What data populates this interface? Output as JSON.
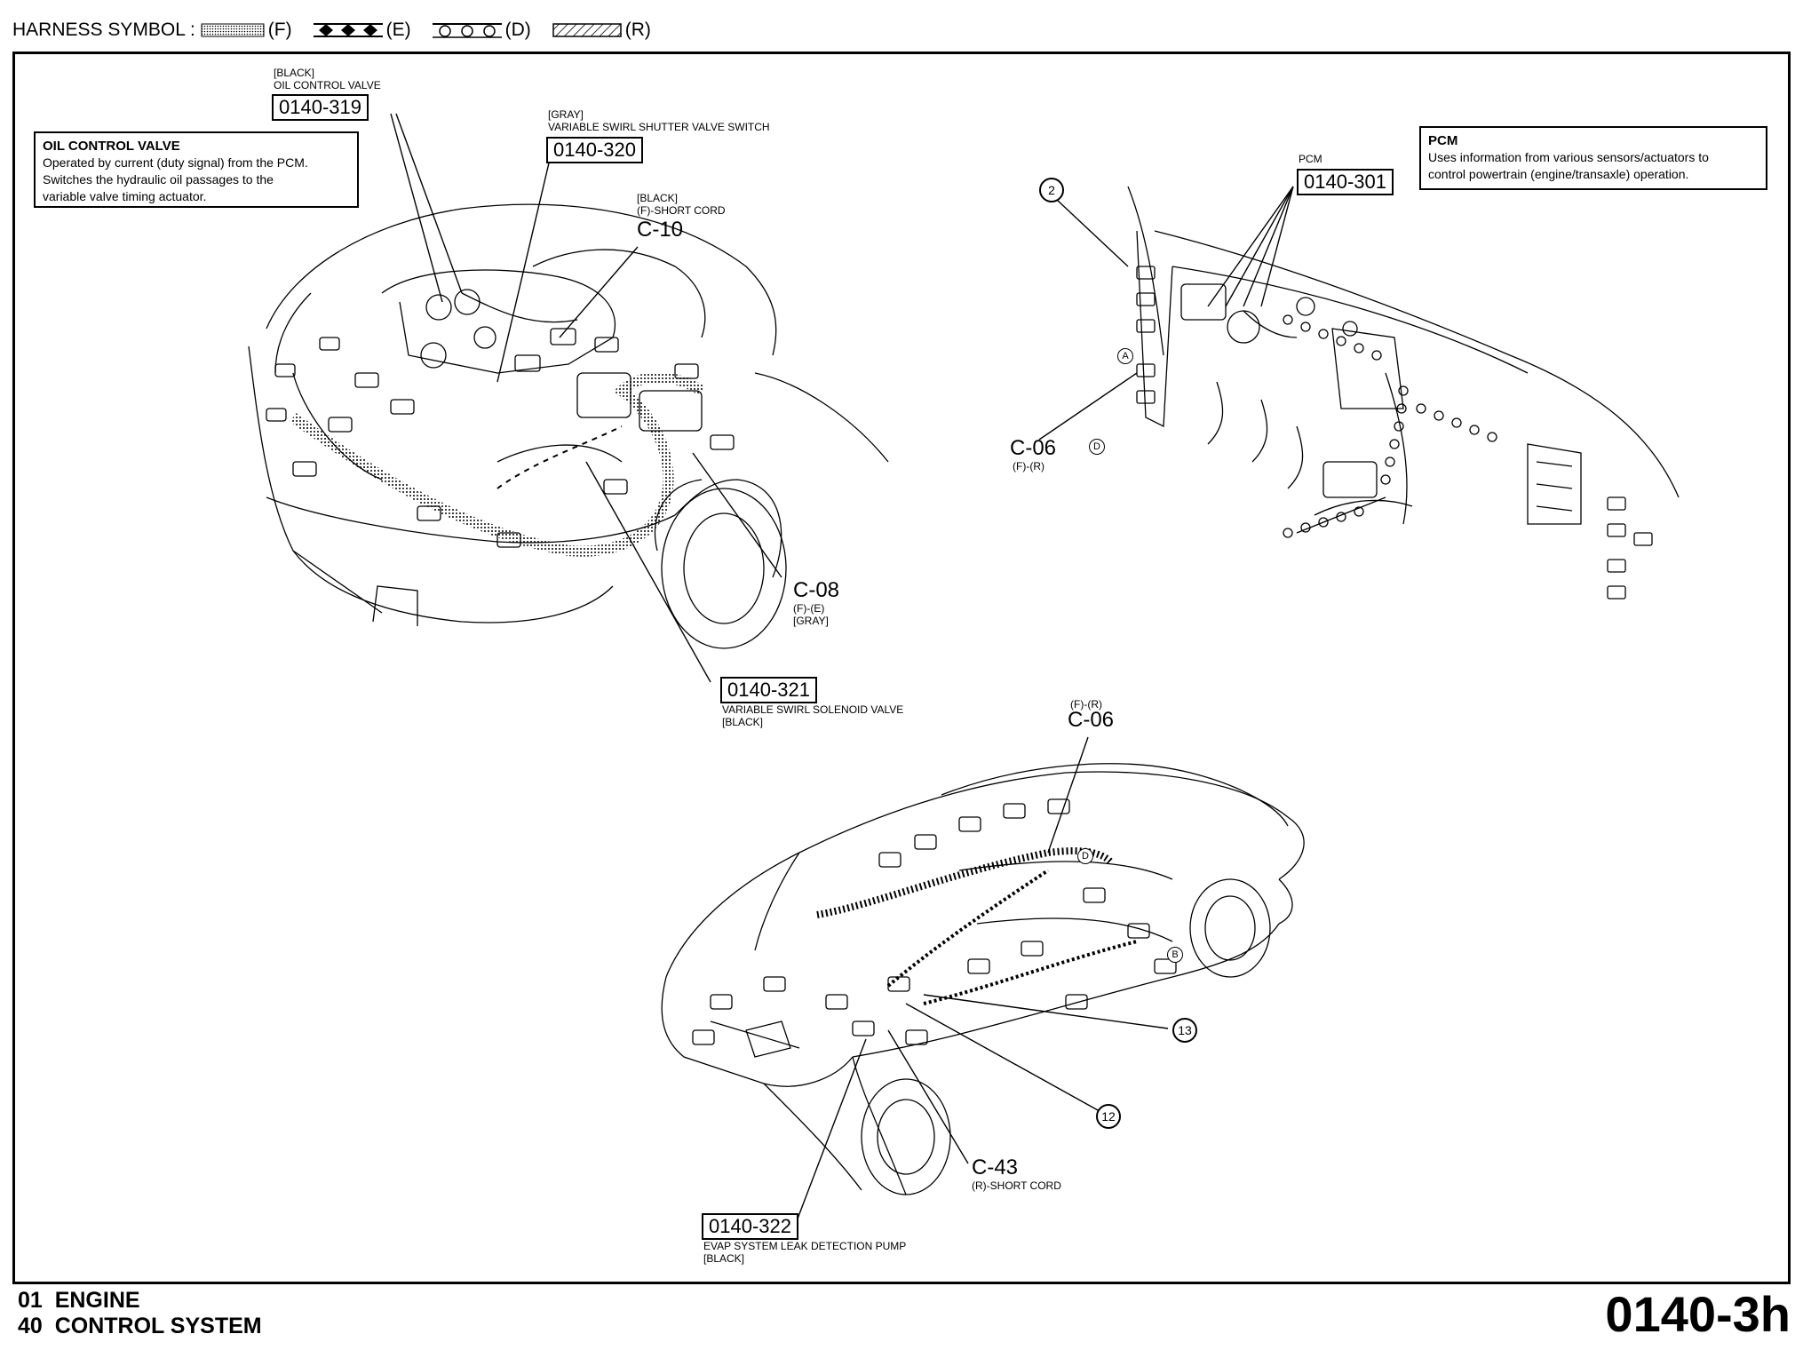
{
  "legend": {
    "label": "HARNESS SYMBOL :",
    "items": [
      {
        "code": "(F)",
        "icon": "dotted-harness-icon"
      },
      {
        "code": "(E)",
        "icon": "diamond-harness-icon"
      },
      {
        "code": "(D)",
        "icon": "circle-harness-icon"
      },
      {
        "code": "(R)",
        "icon": "hatched-harness-icon"
      }
    ]
  },
  "callouts": {
    "c319": {
      "color": "[BLACK]",
      "name": "OIL CONTROL VALVE",
      "code": "0140-319"
    },
    "c320": {
      "color": "[GRAY]",
      "name": "VARIABLE SWIRL SHUTTER VALVE SWITCH",
      "code": "0140-320"
    },
    "c10": {
      "color": "[BLACK]",
      "type": "(F)-SHORT CORD",
      "id": "C-10"
    },
    "c08": {
      "id": "C-08",
      "type": "(F)-(E)",
      "color": "[GRAY]"
    },
    "c321": {
      "code": "0140-321",
      "name": "VARIABLE SWIRL SOLENOID VALVE",
      "color": "[BLACK]"
    },
    "pcm": {
      "name": "PCM",
      "code": "0140-301"
    },
    "c06a": {
      "id": "C-06",
      "type": "(F)-(R)"
    },
    "c06b": {
      "type": "(F)-(R)",
      "id": "C-06"
    },
    "c43": {
      "id": "C-43",
      "type": "(R)-SHORT CORD"
    },
    "c322": {
      "code": "0140-322",
      "name": "EVAP SYSTEM LEAK DETECTION PUMP",
      "color": "[BLACK]"
    }
  },
  "desc_boxes": {
    "ocv": {
      "title": "OIL CONTROL VALVE",
      "line1": "Operated by current (duty signal) from the PCM.",
      "line2": "Switches the hydraulic oil passages  to the",
      "line3": "variable valve timing actuator."
    },
    "pcm": {
      "title": "PCM",
      "line1": "Uses information from various sensors/actuators to",
      "line2": "control powertrain (engine/transaxle) operation."
    }
  },
  "markers": {
    "two": "2",
    "a": "A",
    "d": "D",
    "b": "B",
    "twelve": "12",
    "thirteen": "13"
  },
  "footer": {
    "line1": "01  ENGINE",
    "line2": "40  CONTROL SYSTEM",
    "page": "0140-3h"
  }
}
